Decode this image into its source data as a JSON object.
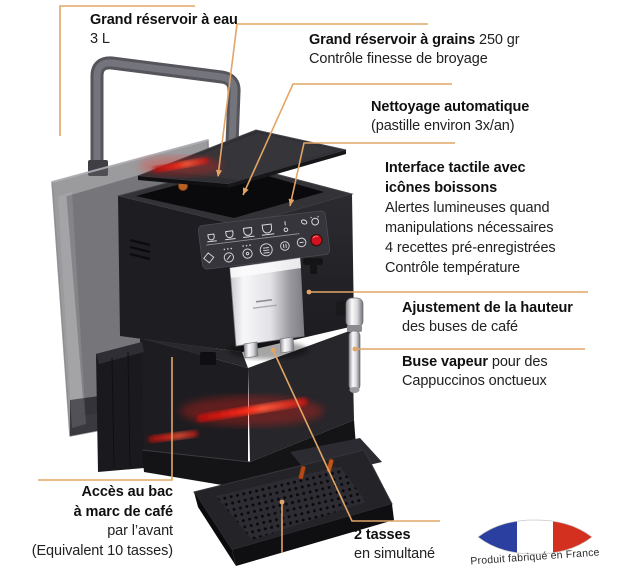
{
  "colors": {
    "background": "#ffffff",
    "callout_line": "#E2A566",
    "text": "#1c1c1c",
    "machine_dark": "#202024",
    "glow_red": "#ff2018",
    "power_button_red": "#d2131f",
    "flag_blue": "#2a3f9f",
    "flag_red": "#d3301f"
  },
  "callouts": {
    "water_tank": {
      "title": "Grand réservoir à eau",
      "capacity": "3 L"
    },
    "bean_hopper": {
      "title": "Grand réservoir à grains",
      "suffix": "250 gr",
      "line2": "Contrôle finesse de broyage"
    },
    "cleaning": {
      "title": "Nettoyage automatique",
      "line2": "(pastille environ 3x/an)"
    },
    "interface": {
      "title_line1": "Interface tactile avec",
      "title_line2": "icônes boissons",
      "lines": [
        "Alertes lumineuses quand",
        "manipulations nécessaires",
        "4 recettes pré-enregistrées",
        "Contrôle température"
      ]
    },
    "spout_height": {
      "title": "Ajustement de la hauteur",
      "line2": "des buses de café"
    },
    "steam_nozzle": {
      "title": "Buse vapeur",
      "suffix": "pour des",
      "line2": "Cappuccinos onctueux"
    },
    "grounds_bin": {
      "title_line1": "Accès au bac",
      "title_line2": "à marc de café",
      "line3": "par l’avant",
      "line4": "(Equivalent 10 tasses)"
    },
    "two_cups": {
      "title": "2 tasses",
      "line2": "en simultané"
    }
  },
  "badge": {
    "label": "Produit fabriqué en France"
  }
}
